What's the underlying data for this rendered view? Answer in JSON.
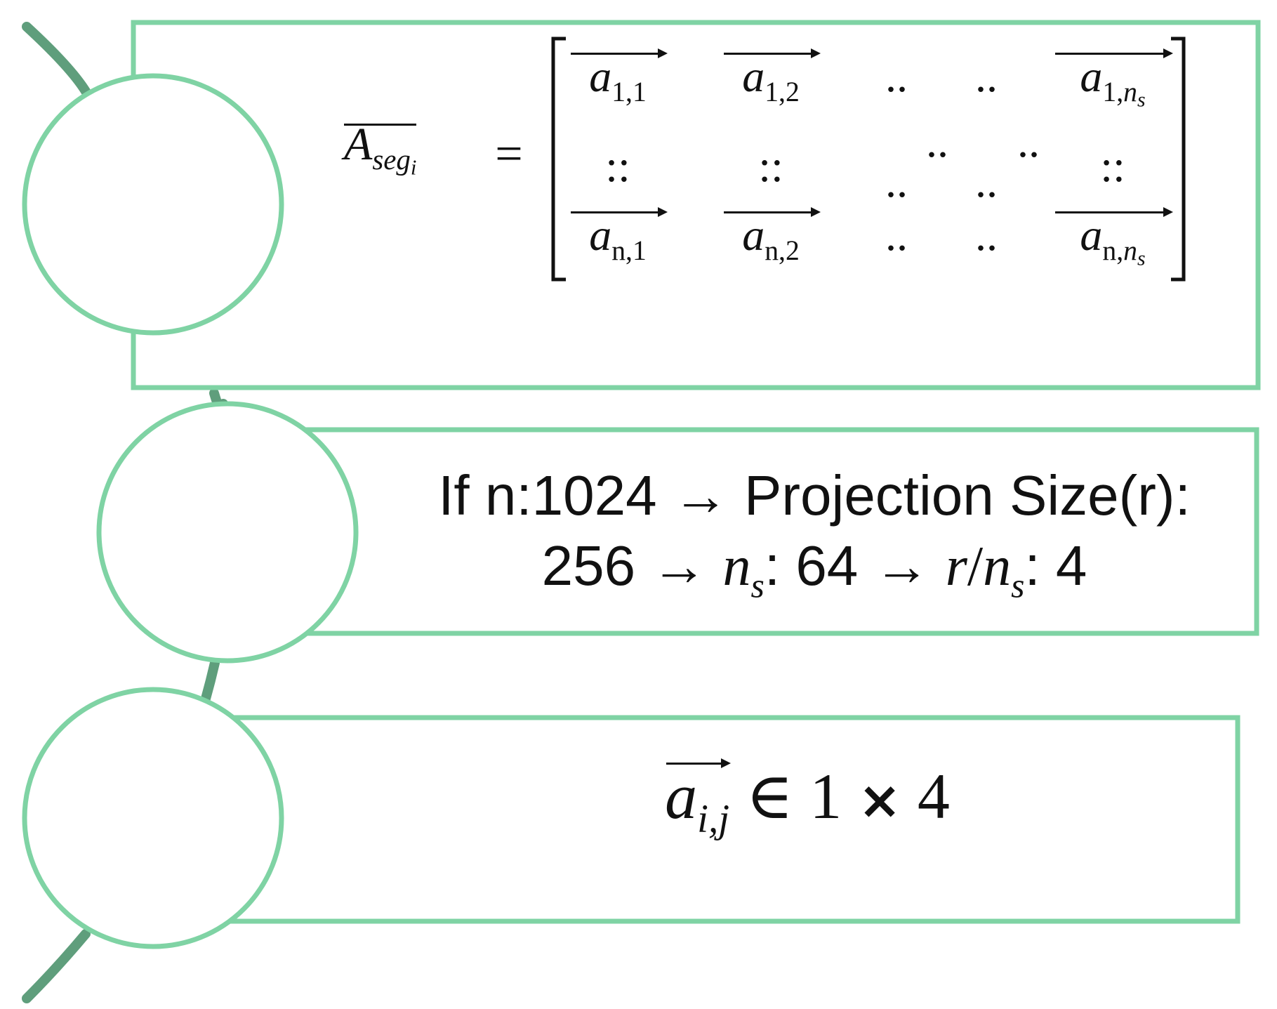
{
  "colors": {
    "stroke": "#7fd3a4",
    "curve": "#5f9e7c",
    "text": "#111111"
  },
  "box1": {
    "lhs_base": "A",
    "lhs_sub": "seg",
    "lhs_subsub": "i",
    "equals": "=",
    "matrix": {
      "row1": [
        {
          "base": "a",
          "sub": "1,1"
        },
        {
          "base": "a",
          "sub": "1,2"
        },
        {
          "dots": ".."
        },
        {
          "dots": ".."
        },
        {
          "base": "a",
          "sub_pre": "1,",
          "sub_n": "n",
          "sub_s": "s"
        }
      ],
      "row2": [
        {
          "dots": "::"
        },
        {
          "dots": "::"
        },
        {
          "dots": ".."
        },
        {
          "dots": ".."
        },
        {
          "dots": "::"
        }
      ],
      "row2_upper": [
        {
          "dots": ".."
        },
        {
          "dots": ".."
        }
      ],
      "row3": [
        {
          "base": "a",
          "sub": "n,1"
        },
        {
          "base": "a",
          "sub": "n,2"
        },
        {
          "dots": ".."
        },
        {
          "dots": ".."
        },
        {
          "base": "a",
          "sub_pre": "n,",
          "sub_n": "n",
          "sub_s": "s"
        }
      ]
    }
  },
  "box2": {
    "line1": {
      "part_a": "If n:1024",
      "arrow1": "→",
      "part_b": "Projection Size(r):"
    },
    "line2": {
      "v256": "256",
      "arrow2": "→",
      "ns_base": "n",
      "ns_sub": "s",
      "colon1": ":",
      "v64": "64",
      "arrow3": "→",
      "ratio_r": "r",
      "ratio_slash": "/",
      "ratio_n": "n",
      "ratio_s": "s",
      "colon2": ":",
      "v4": "4"
    }
  },
  "box3": {
    "base": "a",
    "sub": "i,j",
    "relation": "∈",
    "rows": "1",
    "times": "×",
    "cols": "4"
  }
}
